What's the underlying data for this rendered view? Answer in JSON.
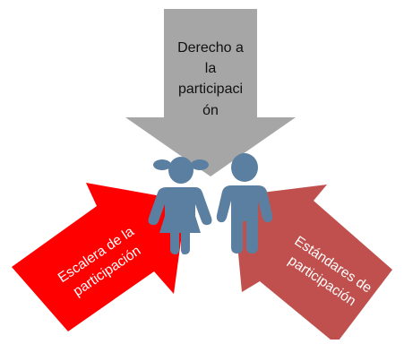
{
  "diagram": {
    "top_arrow": {
      "lines": [
        "Derecho a",
        "la",
        "participaci",
        "ón"
      ],
      "color": "#a6a6a6"
    },
    "left_arrow": {
      "lines": [
        "Escalera de la",
        "participación"
      ],
      "color": "#ff0000"
    },
    "right_arrow": {
      "lines": [
        "Estándares de",
        "participación"
      ],
      "color": "#c0504d"
    },
    "figures_color": "#5a7fa0",
    "icons": [
      "girl-figure-icon",
      "boy-figure-icon"
    ]
  }
}
